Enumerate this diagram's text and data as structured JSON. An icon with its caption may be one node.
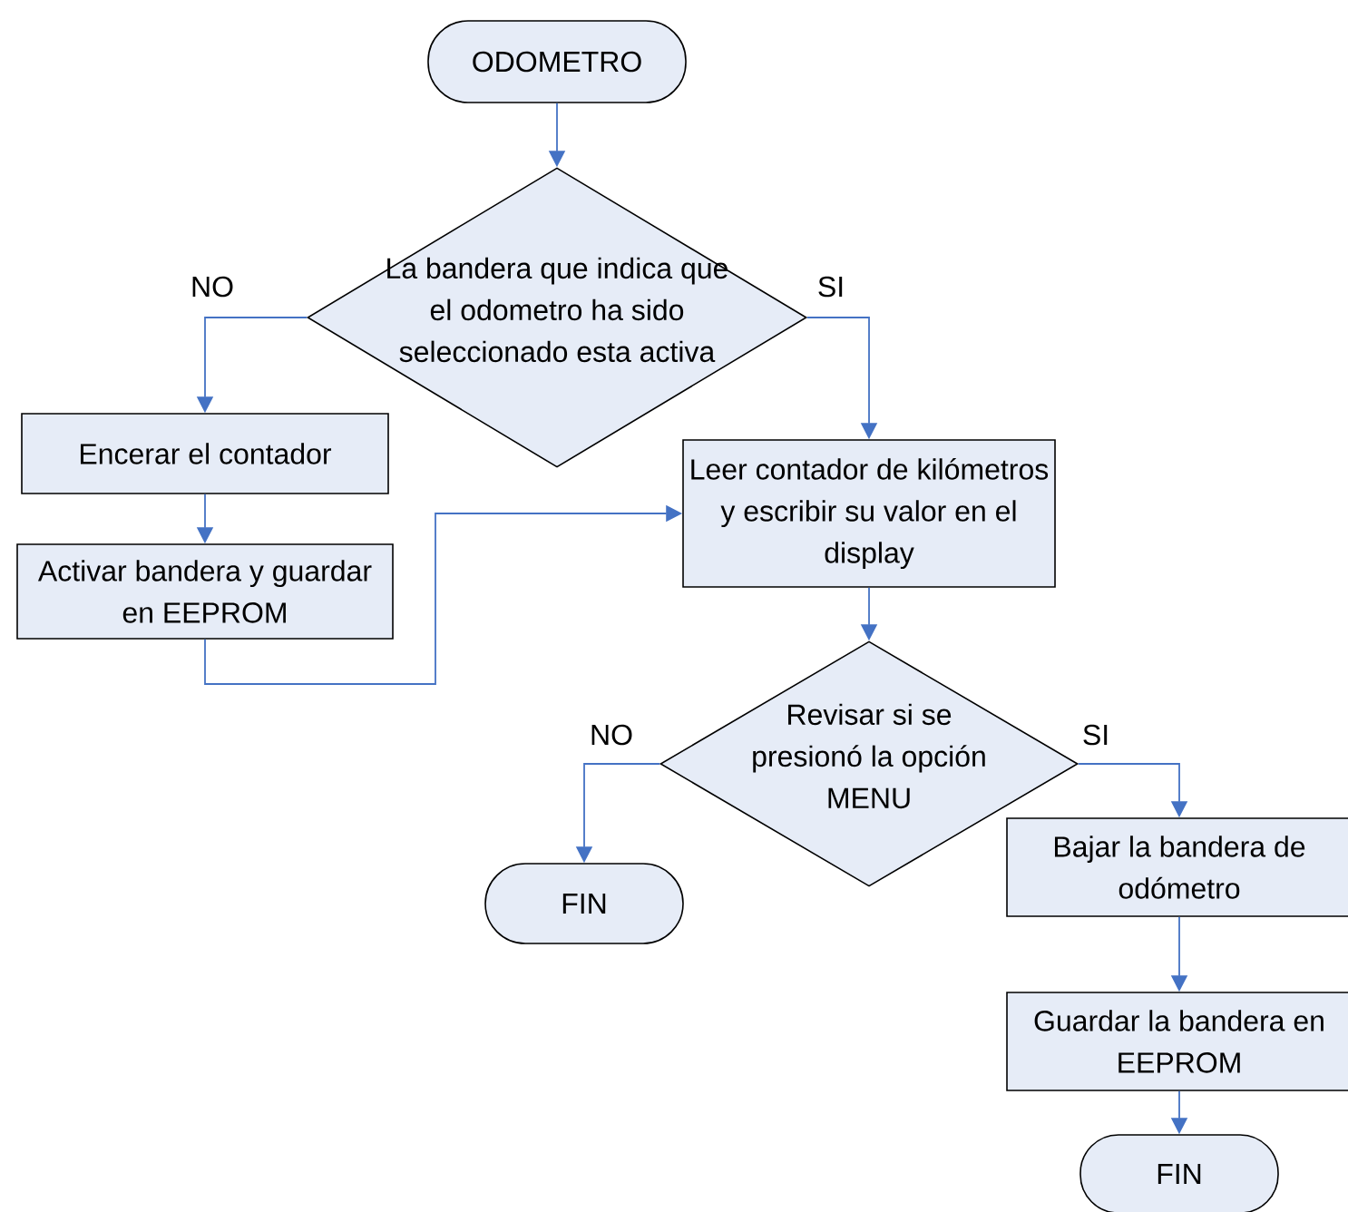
{
  "diagram": {
    "nodes": [
      {
        "text": [
          "ODOMETRO"
        ]
      },
      {
        "text": [
          "La bandera que indica que el odometro ha sido seleccionado esta activa"
        ]
      },
      {
        "text": [
          "Encerar el contador"
        ]
      },
      {
        "text": [
          "Activar bandera y guardar en EEPROM"
        ]
      },
      {
        "text": [
          "Leer contador de kilómetros y escribir su valor en el display"
        ]
      },
      {
        "text": [
          "Revisar si se presionó la opción MENU"
        ]
      },
      {
        "text": [
          "FIN"
        ]
      },
      {
        "text": [
          "Bajar la bandera de odómetro"
        ]
      },
      {
        "text": [
          "Guardar la bandera en EEPROM"
        ]
      },
      {
        "text": [
          "FIN"
        ]
      }
    ],
    "edges": [
      {
        "from": 0,
        "to": 1,
        "arrow": "to"
      },
      {
        "from": 1,
        "to": 2,
        "arrow": "to",
        "label": "NO"
      },
      {
        "from": 1,
        "to": 4,
        "arrow": "to",
        "label": "SI"
      },
      {
        "from": 2,
        "to": 3,
        "arrow": "to"
      },
      {
        "from": 3,
        "to": 4,
        "arrow": "to"
      },
      {
        "from": 4,
        "to": 5,
        "arrow": "to"
      },
      {
        "from": 5,
        "to": 6,
        "arrow": "to",
        "label": "NO"
      },
      {
        "from": 5,
        "to": 7,
        "arrow": "to",
        "label": "SI"
      },
      {
        "from": 7,
        "to": 8,
        "arrow": "to"
      },
      {
        "from": 8,
        "to": 9,
        "arrow": "to"
      }
    ]
  }
}
